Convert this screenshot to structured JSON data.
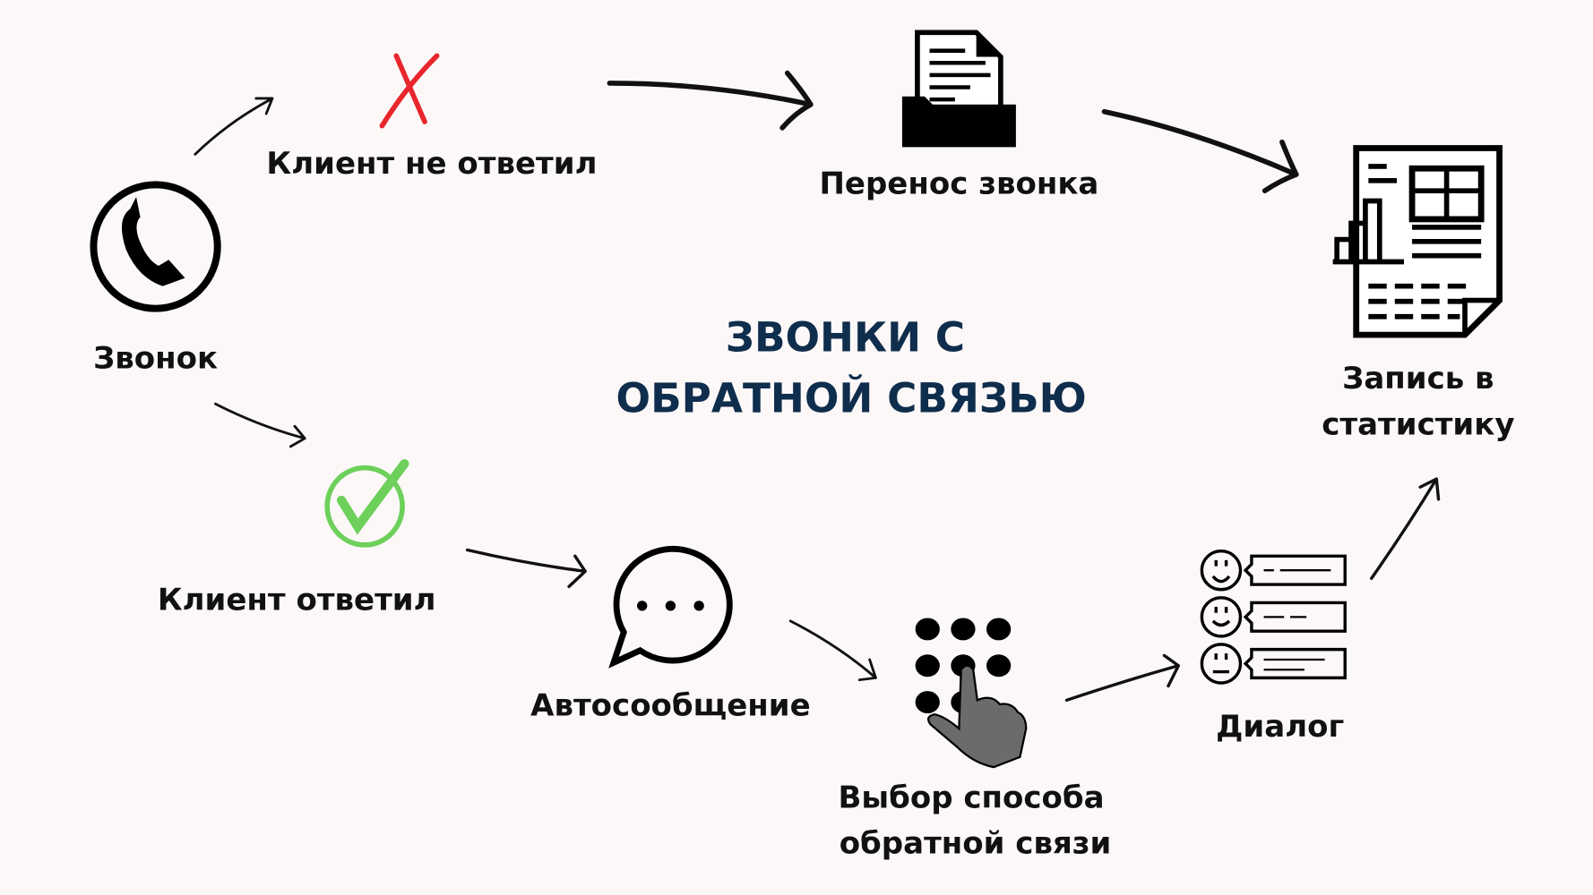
{
  "title": {
    "line1": "ЗВОНКИ С",
    "line2": "ОБРАТНОЙ СВЯЗЬЮ"
  },
  "nodes": {
    "call": {
      "label": "Звонок",
      "icon": "phone-icon"
    },
    "not_answered": {
      "label": "Клиент не ответил",
      "icon": "cross-icon"
    },
    "transfer": {
      "label": "Перенос звонка",
      "icon": "folder-document-icon"
    },
    "stats": {
      "line1": "Запись в",
      "line2": "статистику",
      "icon": "report-icon"
    },
    "answered": {
      "label": "Клиент ответил",
      "icon": "checkmark-icon"
    },
    "automessage": {
      "label": "Автосообщение",
      "icon": "chat-bubble-icon"
    },
    "choice": {
      "line1": "Выбор способа",
      "line2": "обратной связи",
      "icon": "keypad-icon"
    },
    "dialog": {
      "label": "Диалог",
      "icon": "feedback-list-icon"
    }
  },
  "colors": {
    "title": "#0f2d4c",
    "cross": "#e8262b",
    "check": "#6dd05a",
    "background": "#fcf8f8"
  }
}
